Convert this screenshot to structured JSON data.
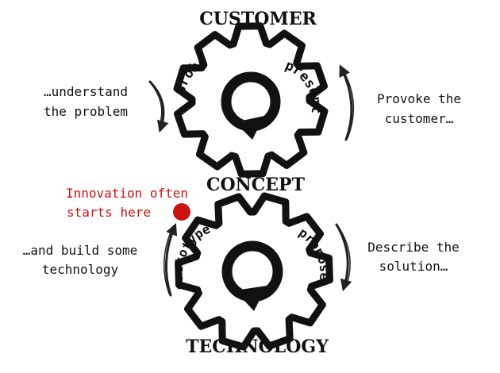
{
  "labels": {
    "top": "CUSTOMER",
    "middle": "CONCEPT",
    "bottom": "TECHNOLOGY"
  },
  "top_gear": {
    "word_left": "probe",
    "word_right": "present"
  },
  "bottom_gear": {
    "word_left": "prototype",
    "word_right": "propose"
  },
  "notes": {
    "understand_1": "…understand",
    "understand_2": "the problem",
    "provoke_1": "Provoke the",
    "provoke_2": "customer…",
    "build_1": "…and build some",
    "build_2": "technology",
    "describe_1": "Describe the",
    "describe_2": "solution…",
    "innovation_1": "Innovation often",
    "innovation_2": "starts here"
  },
  "colors": {
    "ink": "#111111",
    "accent": "#cc1111"
  }
}
